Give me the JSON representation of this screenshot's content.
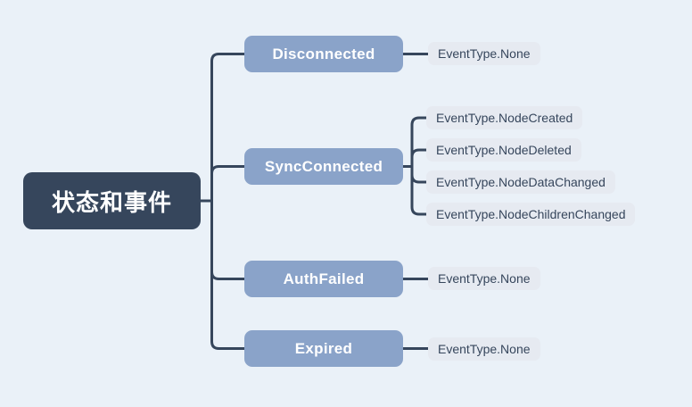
{
  "mindmap": {
    "root": {
      "label": "状态和事件"
    },
    "branches": [
      {
        "label": "Disconnected",
        "leaves": [
          "EventType.None"
        ]
      },
      {
        "label": "SyncConnected",
        "leaves": [
          "EventType.NodeCreated",
          "EventType.NodeDeleted",
          "EventType.NodeDataChanged",
          "EventType.NodeChildrenChanged"
        ]
      },
      {
        "label": "AuthFailed",
        "leaves": [
          "EventType.None"
        ]
      },
      {
        "label": "Expired",
        "leaves": [
          "EventType.None"
        ]
      }
    ],
    "colors": {
      "background": "#eaf1f8",
      "root_fill": "#36465c",
      "root_text": "#ffffff",
      "branch_fill": "#8aa3c9",
      "branch_text": "#ffffff",
      "leaf_fill": "#e6eaf1",
      "leaf_text": "#36465c",
      "connector_line": "#36465c"
    }
  }
}
